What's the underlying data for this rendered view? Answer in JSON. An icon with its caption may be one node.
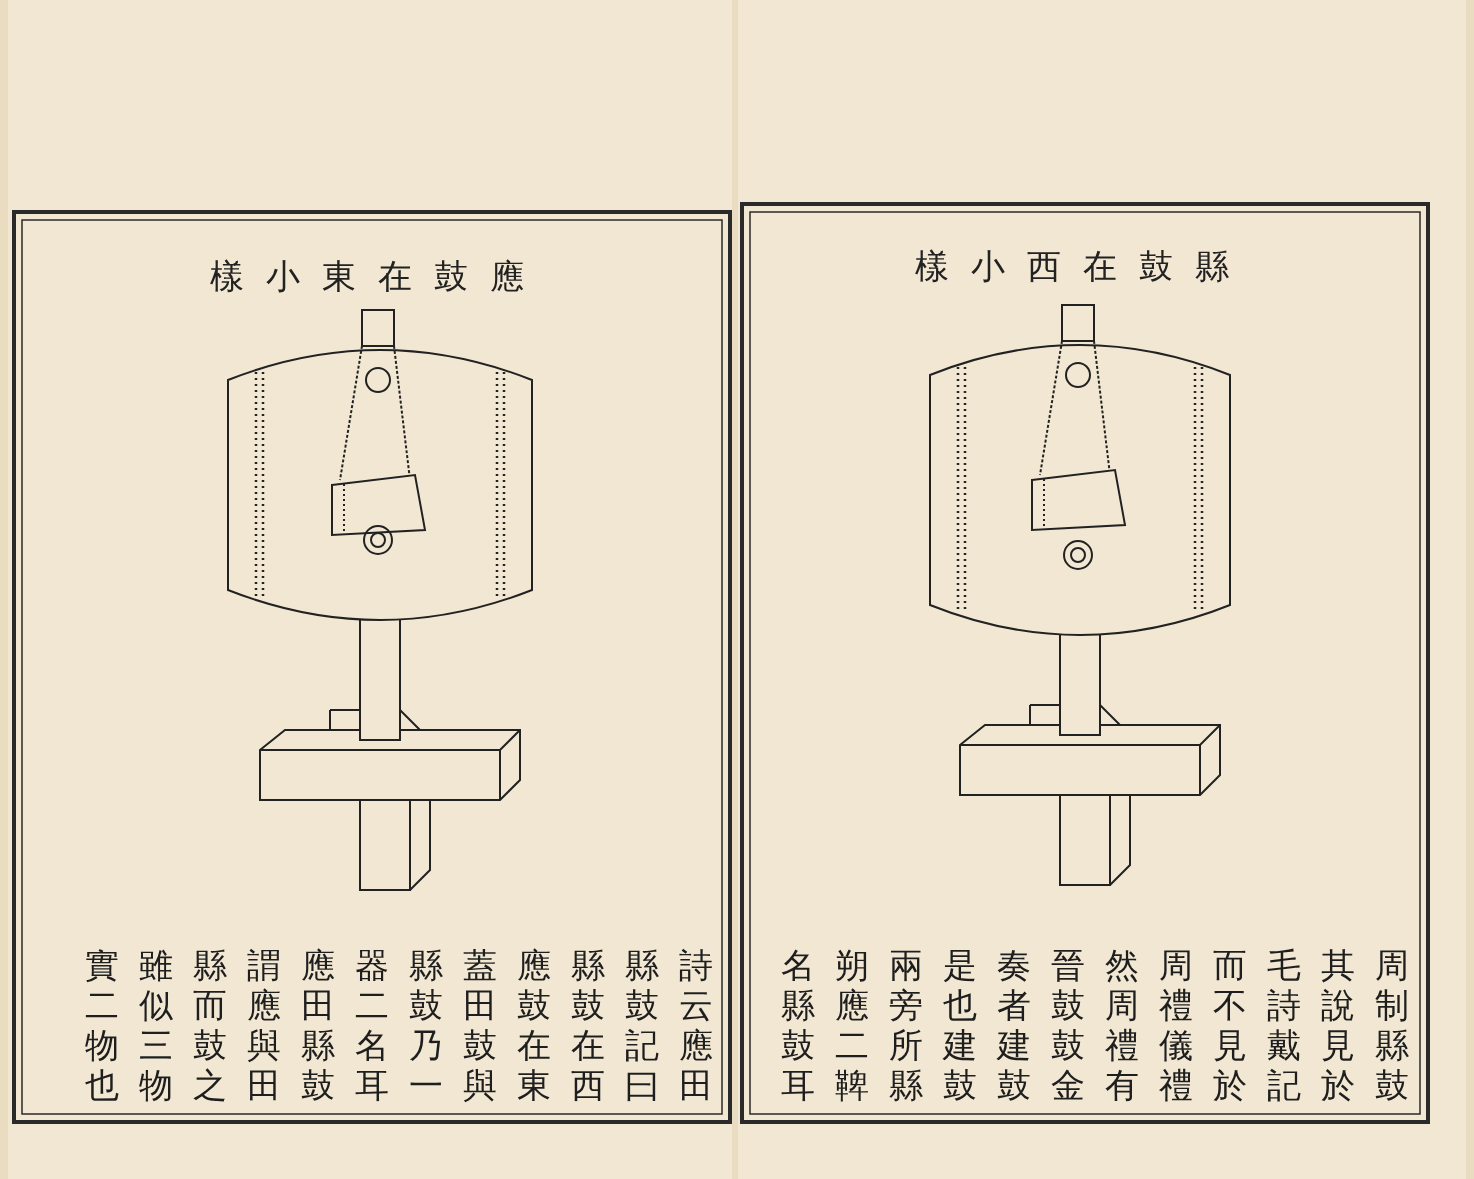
{
  "diagram": {
    "labels": [
      "樣小西在鼓縣",
      "周制縣鼓",
      "其說見於",
      "毛詩戴記",
      "而不見於",
      "周禮儀禮",
      "然周禮有",
      "晉鼓鼓金",
      "奏者建鼓",
      "是也建鼓",
      "兩旁所縣",
      "朔應二鞞",
      "名縣鼓耳",
      "樣小東在鼓應",
      "詩云應田",
      "縣鼓記曰",
      "縣鼓在西",
      "應鼓在東",
      "蓋田鼓與",
      "縣鼓乃一",
      "器二名耳",
      "應田縣鼓",
      "謂應與田",
      "縣而鼓之",
      "雖似三物",
      "實二物也"
    ]
  }
}
